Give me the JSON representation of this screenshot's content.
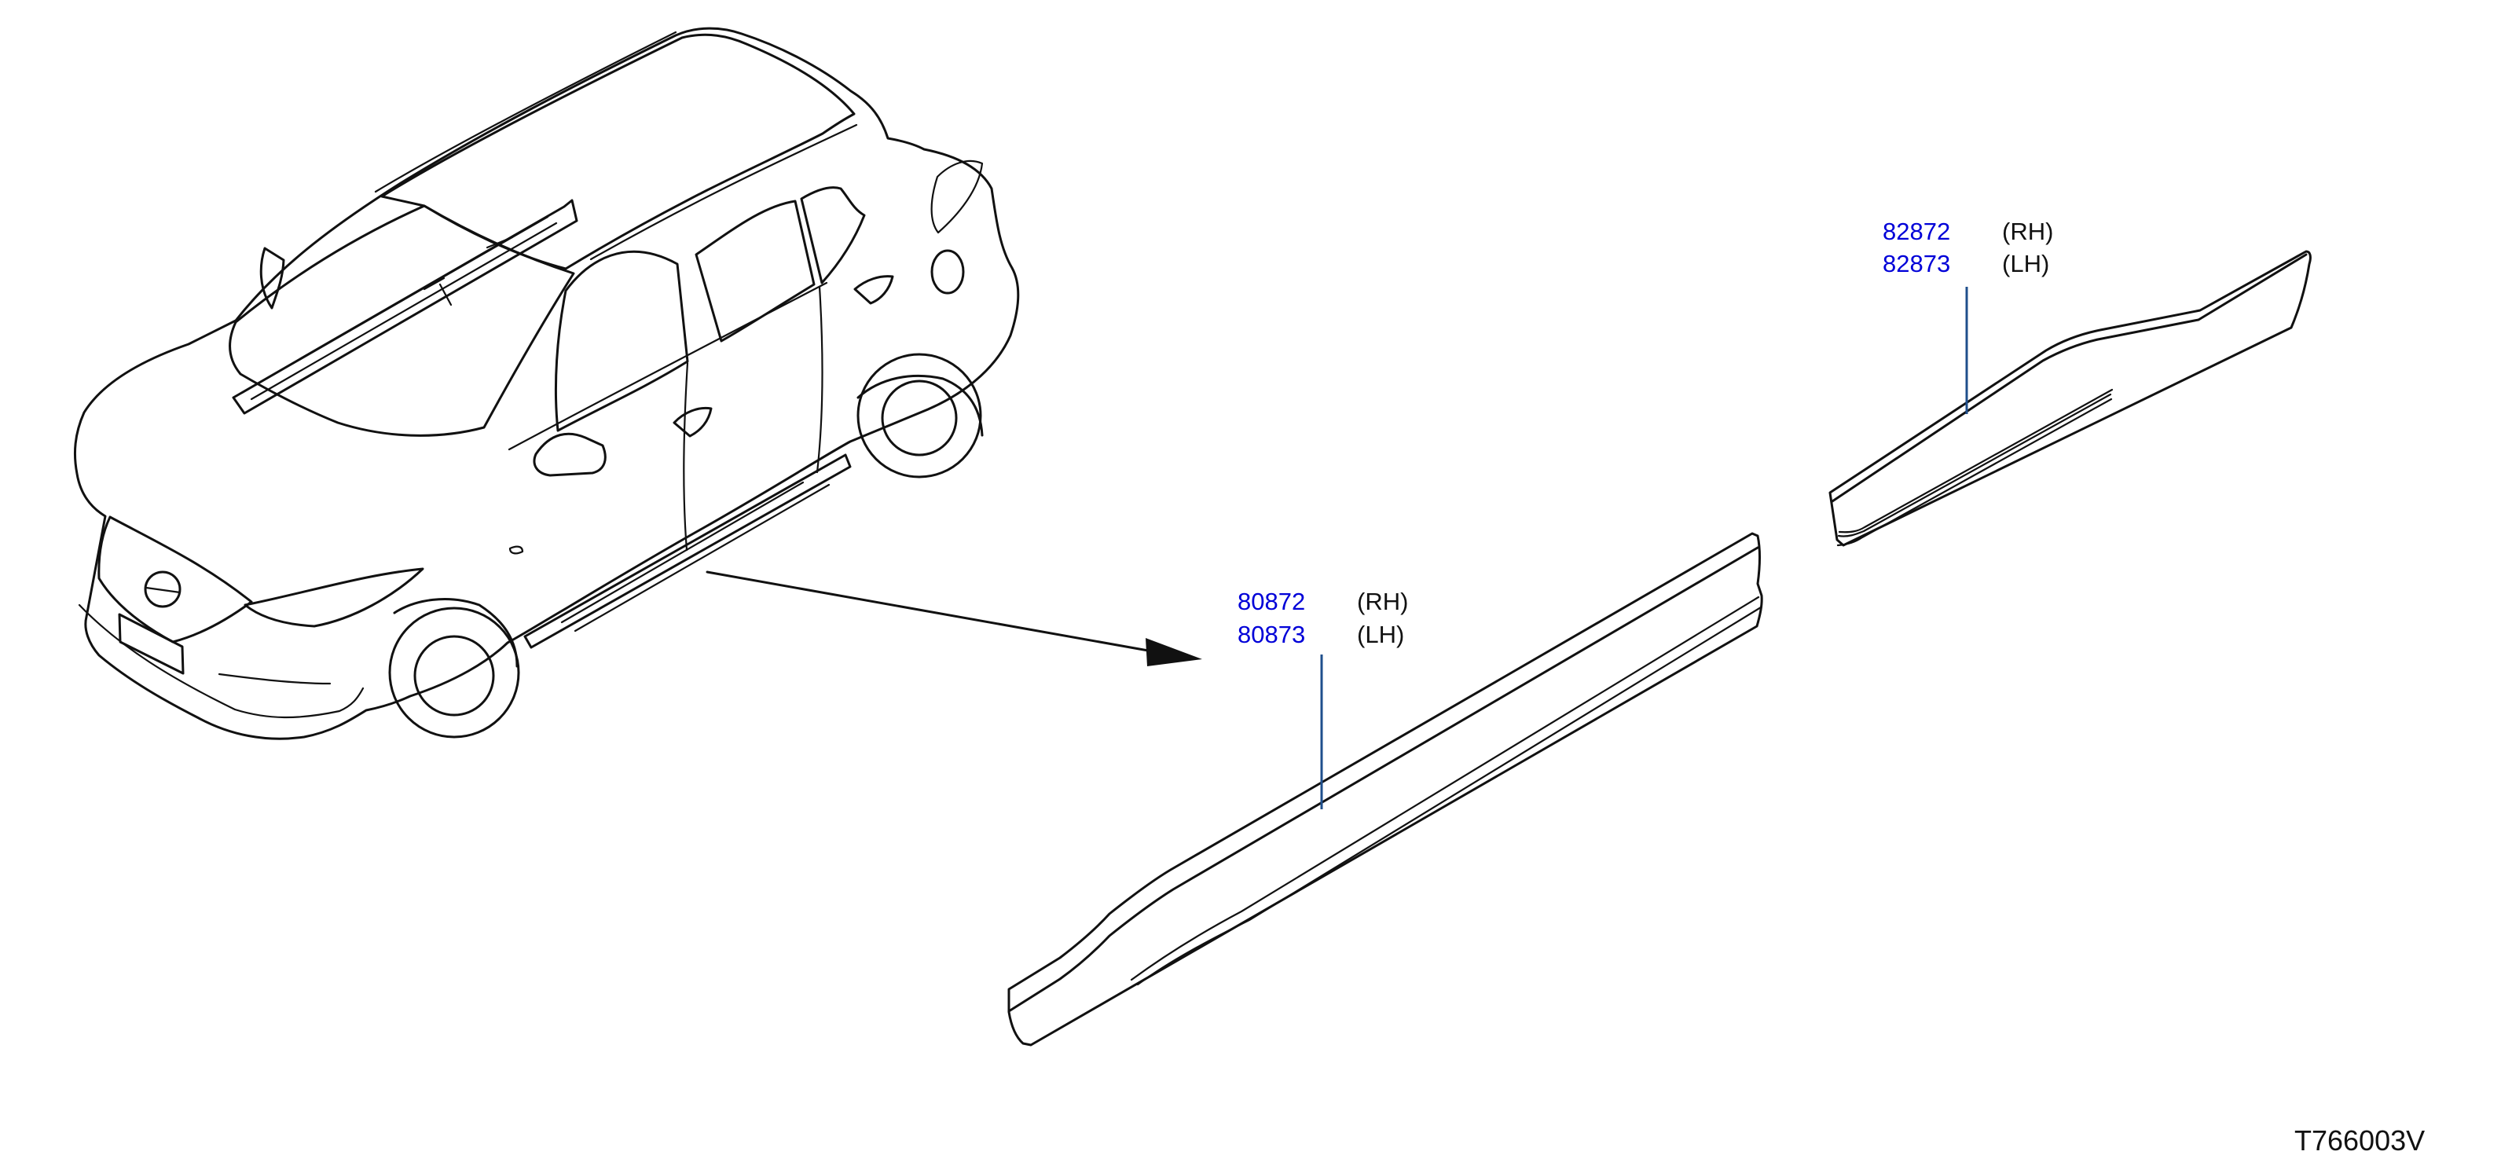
{
  "callouts": [
    {
      "rh_part": "80872",
      "rh_side": "(RH)",
      "lh_part": "80873",
      "lh_side": "(LH)"
    },
    {
      "rh_part": "82872",
      "rh_side": "(RH)",
      "lh_part": "82873",
      "lh_side": "(LH)"
    }
  ],
  "diagram_id": "T766003V",
  "colors": {
    "part_number": "#0000d8",
    "line_art": "#111111",
    "leader": "#1f4f8c",
    "background": "#ffffff"
  }
}
